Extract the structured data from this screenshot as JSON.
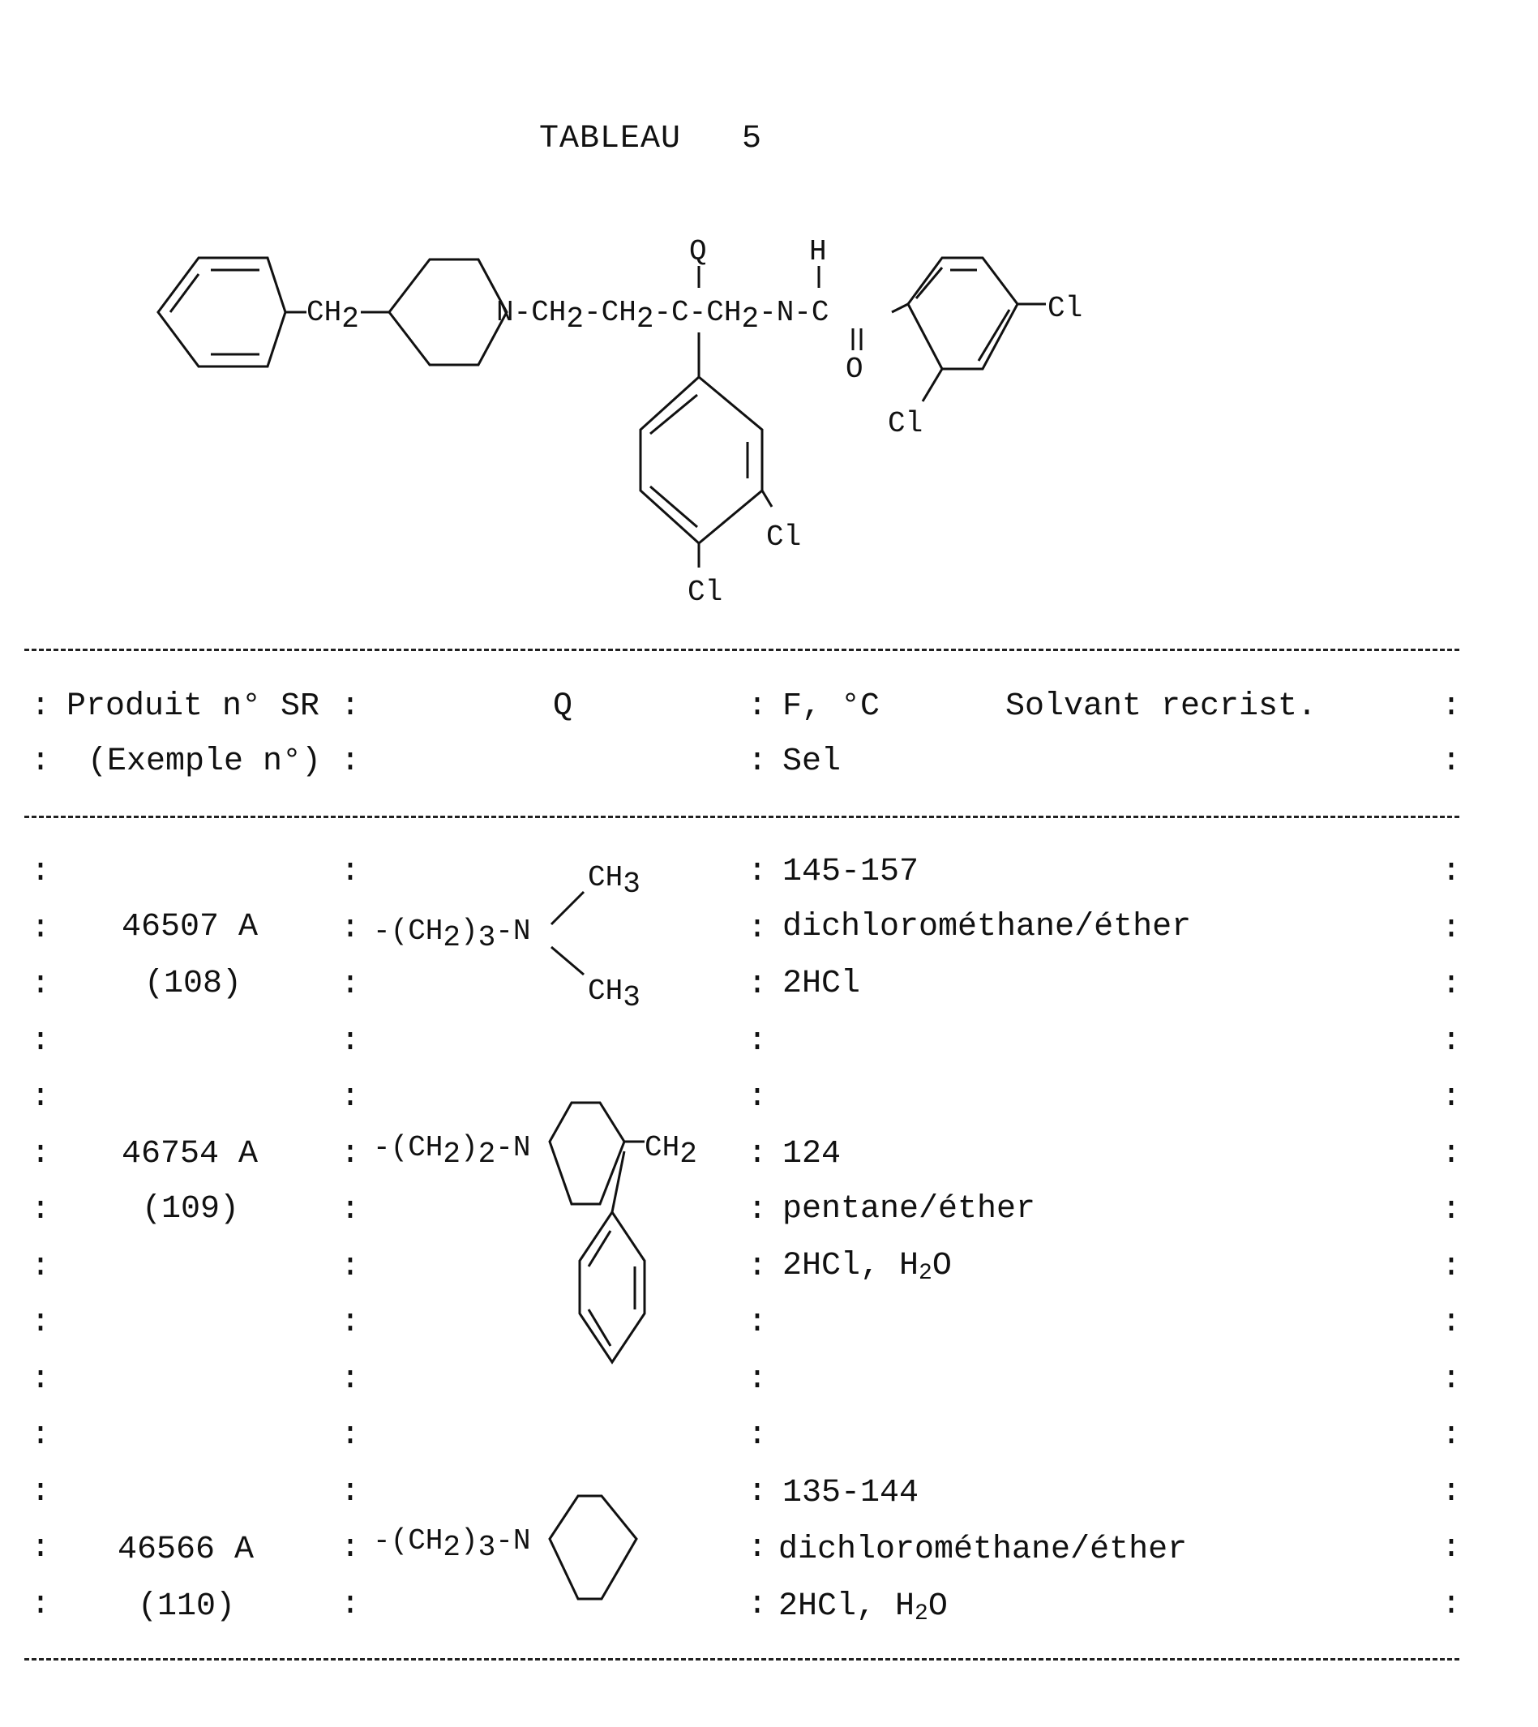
{
  "title": "TABLEAU   5",
  "structure_labels": {
    "ch2_a": "CH2",
    "chain": "N-CH2-CH2-C-CH2-N-C",
    "q": "Q",
    "h": "H",
    "o": "O",
    "cl_top_right": "Cl",
    "cl_amide_ring_bottom": "Cl",
    "cl_phenyl_right": "Cl",
    "cl_phenyl_bottom": "Cl"
  },
  "table": {
    "headers": {
      "col1_line1": "Produit n° SR",
      "col1_line2": "(Exemple n°)",
      "col2": "Q",
      "col3_line1_a": "F, °C",
      "col3_line1_b": "Solvant recrist.",
      "col3_line2": "Sel"
    },
    "rows": [
      {
        "product": "46507 A",
        "example": "(108)",
        "q_prefix": "-(CH2)3-N",
        "q_sub1": "CH3",
        "q_sub2": "CH3",
        "mp": "145-157",
        "solvent": "dichlorométhane/éther",
        "salt": "2HCl"
      },
      {
        "product": "46754 A",
        "example": "(109)",
        "q_prefix": "-(CH2)2-N",
        "q_sub1": "CH2",
        "mp": "124",
        "solvent": "pentane/éther",
        "salt": "2HCl, H2O"
      },
      {
        "product": "46566 A",
        "example": "(110)",
        "q_prefix": "-(CH2)3-N",
        "mp": "135-144",
        "solvent": "dichlorométhane/éther",
        "salt": "2HCl, H2O"
      }
    ]
  }
}
